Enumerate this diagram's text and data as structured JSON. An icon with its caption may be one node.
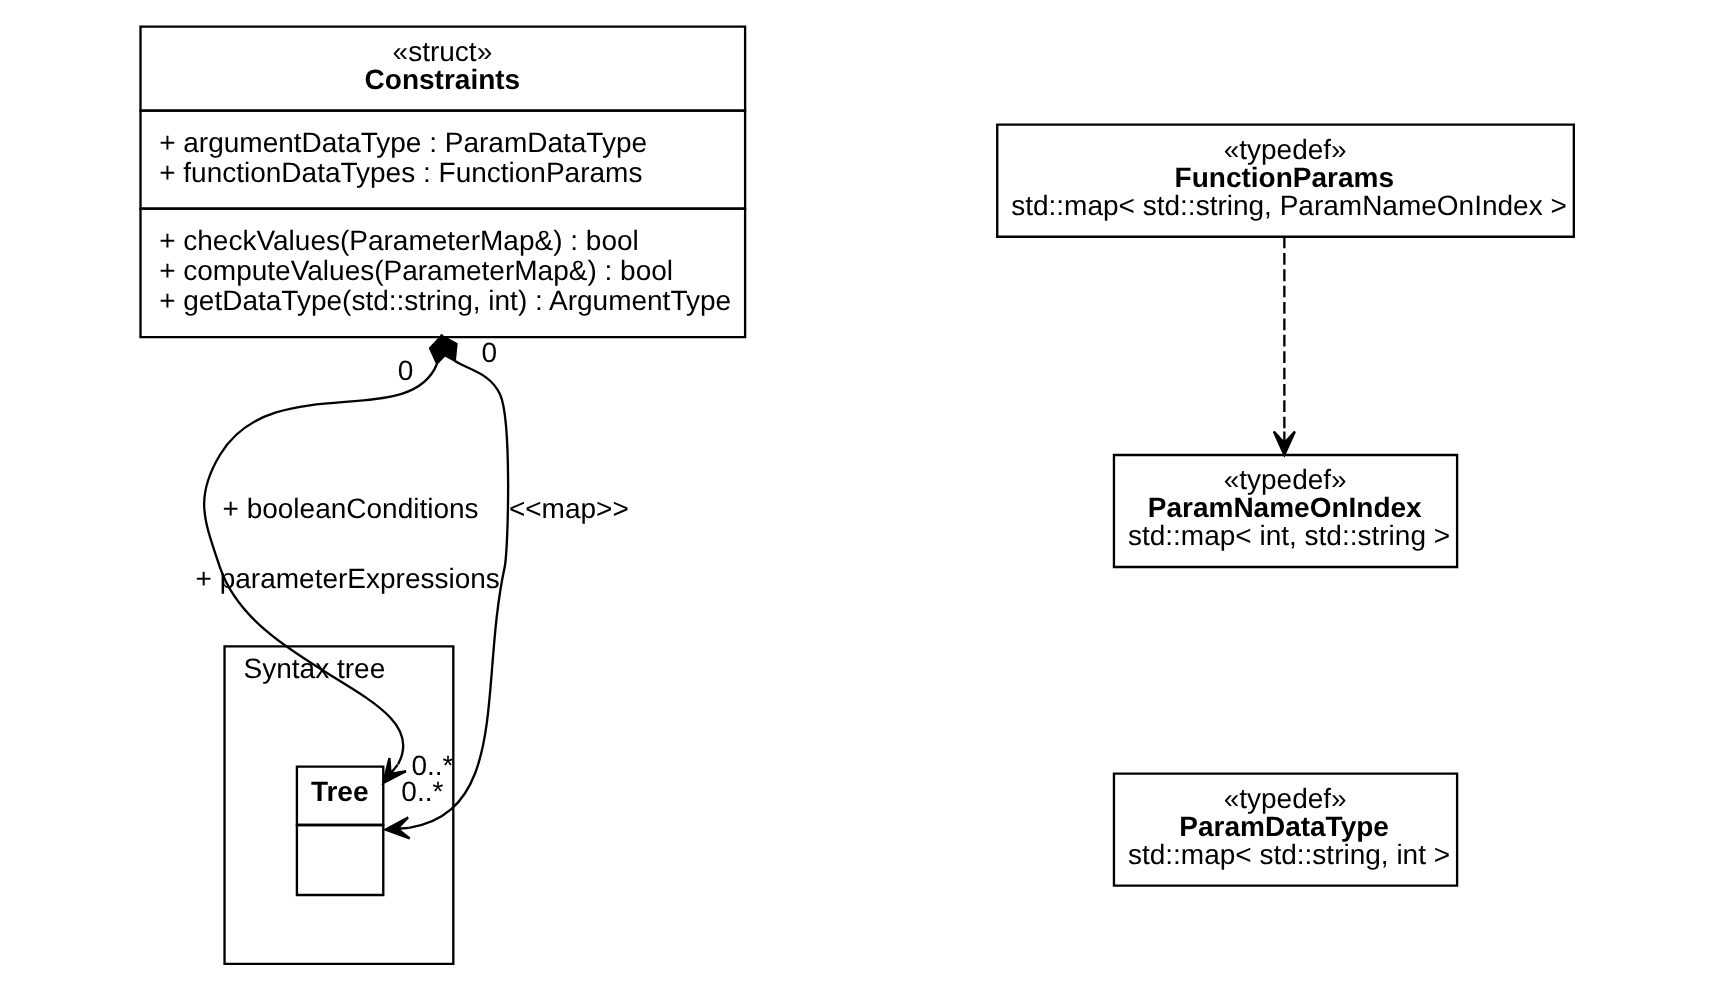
{
  "diagram": {
    "nodes": [
      {
        "text": [
          "«struct»",
          "Constraints",
          "+ argumentDataType : ParamDataType",
          "+ functionDataTypes : FunctionParams",
          "+ checkValues(ParameterMap&) : bool",
          "+ computeValues(ParameterMap&) : bool",
          "+ getDataType(std::string, int) : ArgumentType"
        ]
      },
      {
        "text": [
          "«typedef»",
          "FunctionParams",
          "std::map< std::string, ParamNameOnIndex >"
        ]
      },
      {
        "text": [
          "«typedef»",
          "ParamNameOnIndex",
          "std::map< int, std::string >"
        ]
      },
      {
        "text": [
          "«typedef»",
          "ParamDataType",
          "std::map< std::string, int >"
        ]
      },
      {
        "text": [
          "Syntax tree"
        ]
      },
      {
        "text": [
          "Tree"
        ],
        "in": 4
      }
    ],
    "edges": [
      {
        "from": 1,
        "to": 2,
        "arrow": "to",
        "style": "dashed"
      },
      {
        "from": 0,
        "to": 5,
        "arrow": "both"
      },
      {
        "from": 0,
        "to": 5,
        "arrow": "both",
        "label": "<<map>>"
      }
    ],
    "labels": [
      "0",
      "0",
      "0..*",
      "+ booleanConditions",
      "0..*",
      "+ parameterExpressions"
    ]
  }
}
